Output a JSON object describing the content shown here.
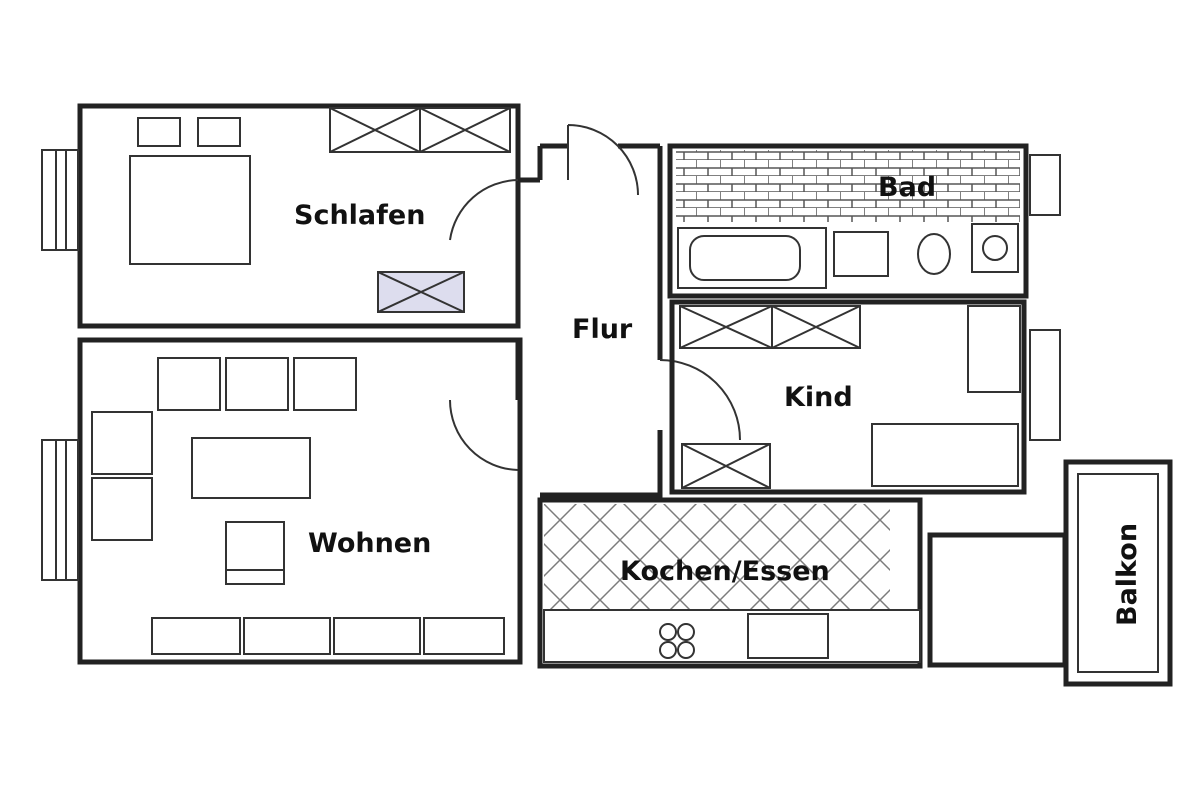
{
  "rooms": {
    "schlafen": "Schlafen",
    "flur": "Flur",
    "bad": "Bad",
    "kind": "Kind",
    "wohnen": "Wohnen",
    "kochen": "Kochen/Essen",
    "balkon": "Balkon"
  }
}
